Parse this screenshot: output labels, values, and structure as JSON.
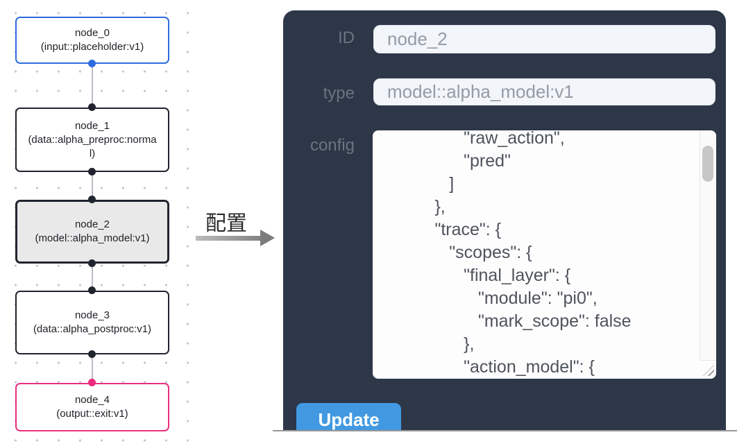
{
  "pipeline": {
    "nodes": [
      {
        "id": "node_0",
        "title": "node_0",
        "subtitle": "(input::placeholder:v1)",
        "variant": "input"
      },
      {
        "id": "node_1",
        "title": "node_1",
        "subtitle": "(data::alpha_preproc:normal)",
        "variant": "default"
      },
      {
        "id": "node_2",
        "title": "node_2",
        "subtitle": "(model::alpha_model:v1)",
        "variant": "selected"
      },
      {
        "id": "node_3",
        "title": "node_3",
        "subtitle": "(data::alpha_postproc:v1)",
        "variant": "default"
      },
      {
        "id": "node_4",
        "title": "node_4",
        "subtitle": "(output::exit:v1)",
        "variant": "output"
      }
    ]
  },
  "annotation": {
    "label": "配置"
  },
  "config_panel": {
    "fields": [
      {
        "label": "ID",
        "value": "node_2"
      },
      {
        "label": "type",
        "value": "model::alpha_model:v1"
      }
    ],
    "config_label": "config",
    "config_text": "                \"raw_action\",\n                \"pred\"\n             ]\n          },\n          \"trace\": {\n             \"scopes\": {\n                \"final_layer\": {\n                   \"module\": \"pi0\",\n                   \"mark_scope\": false\n                },\n                \"action_model\": {",
    "update_label": "Update"
  },
  "colors": {
    "panel_bg": "#2d3748",
    "button_blue": "#4299e1",
    "input_node_border": "#2d6cdf",
    "output_node_border": "#ea2f7f",
    "selected_node_bg": "#e9e9e9",
    "port_dot_dark": "#20242e"
  }
}
